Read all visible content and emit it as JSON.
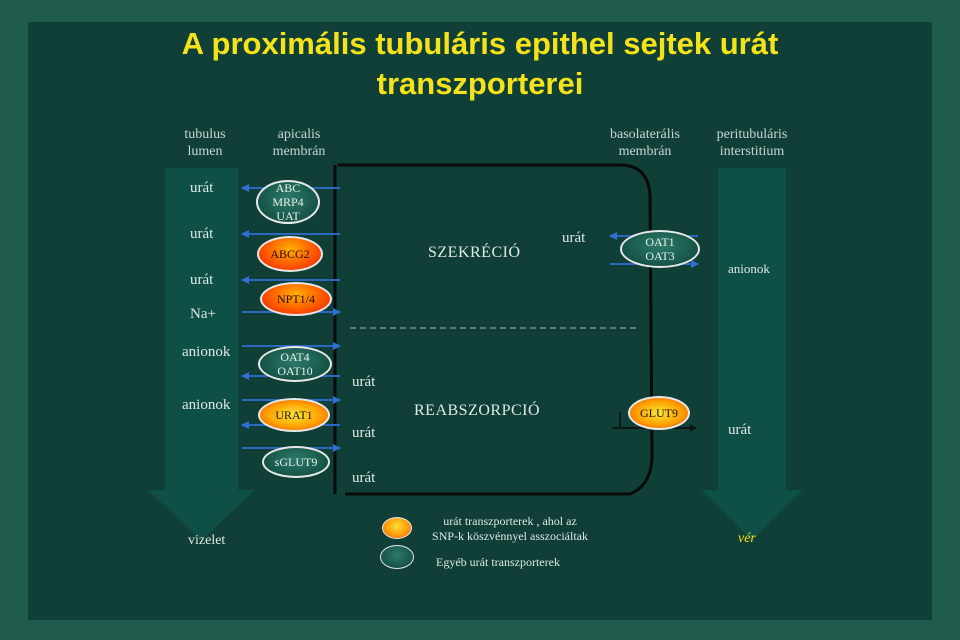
{
  "title": {
    "line1": "A proximális tubuláris epithel sejtek urát",
    "line2": "transzporterei"
  },
  "headers": {
    "tubulus_lumen": [
      "tubulus",
      "lumen"
    ],
    "apical_membrane": [
      "apicalis",
      "membrán"
    ],
    "basolateral_membrane": [
      "basolaterális",
      "membrán"
    ],
    "peritubular_interstitium": [
      "peritubuláris",
      "interstitium"
    ]
  },
  "lumen_labels": [
    "urát",
    "urát",
    "urát",
    "Na+",
    "anionok",
    "anionok"
  ],
  "transporters": {
    "abc_mrp4_uat": [
      "ABC",
      "MRP4",
      "UAT"
    ],
    "abcg2": "ABCG2",
    "npt": "NPT1/4",
    "oat4_oat10": [
      "OAT4",
      "OAT10"
    ],
    "urat1": "URAT1",
    "sglut9": "sGLUT9",
    "oat1_oat3": [
      "OAT1",
      "OAT3"
    ],
    "glut9": "GLUT9"
  },
  "cell_labels": {
    "secretion": "SZEKRÉCIÓ",
    "reabsorption": "REABSZORPCIÓ",
    "urat_secretion": "urát",
    "urat_reabs_1": "urát",
    "urat_reabs_2": "urát",
    "urat_reabs_3": "urát"
  },
  "interstitium_labels": {
    "anions": "anionok",
    "urat": "urát"
  },
  "bottom": {
    "urine": "vizelet",
    "blood": "vér"
  },
  "legend": {
    "snp_line1": "urát transzporterek , ahol az",
    "snp_line2": "SNP-k köszvénnyel asszociáltak",
    "other": "Egyéb urát transzporterek"
  },
  "colors": {
    "title": "#f4e21a",
    "background": "#0f3f37",
    "arrow_blue": "#2f6fd6",
    "channel_fill": "#0f4f44",
    "snp_transporter": "#ff5a00",
    "other_transporter": "#1f7a62"
  }
}
